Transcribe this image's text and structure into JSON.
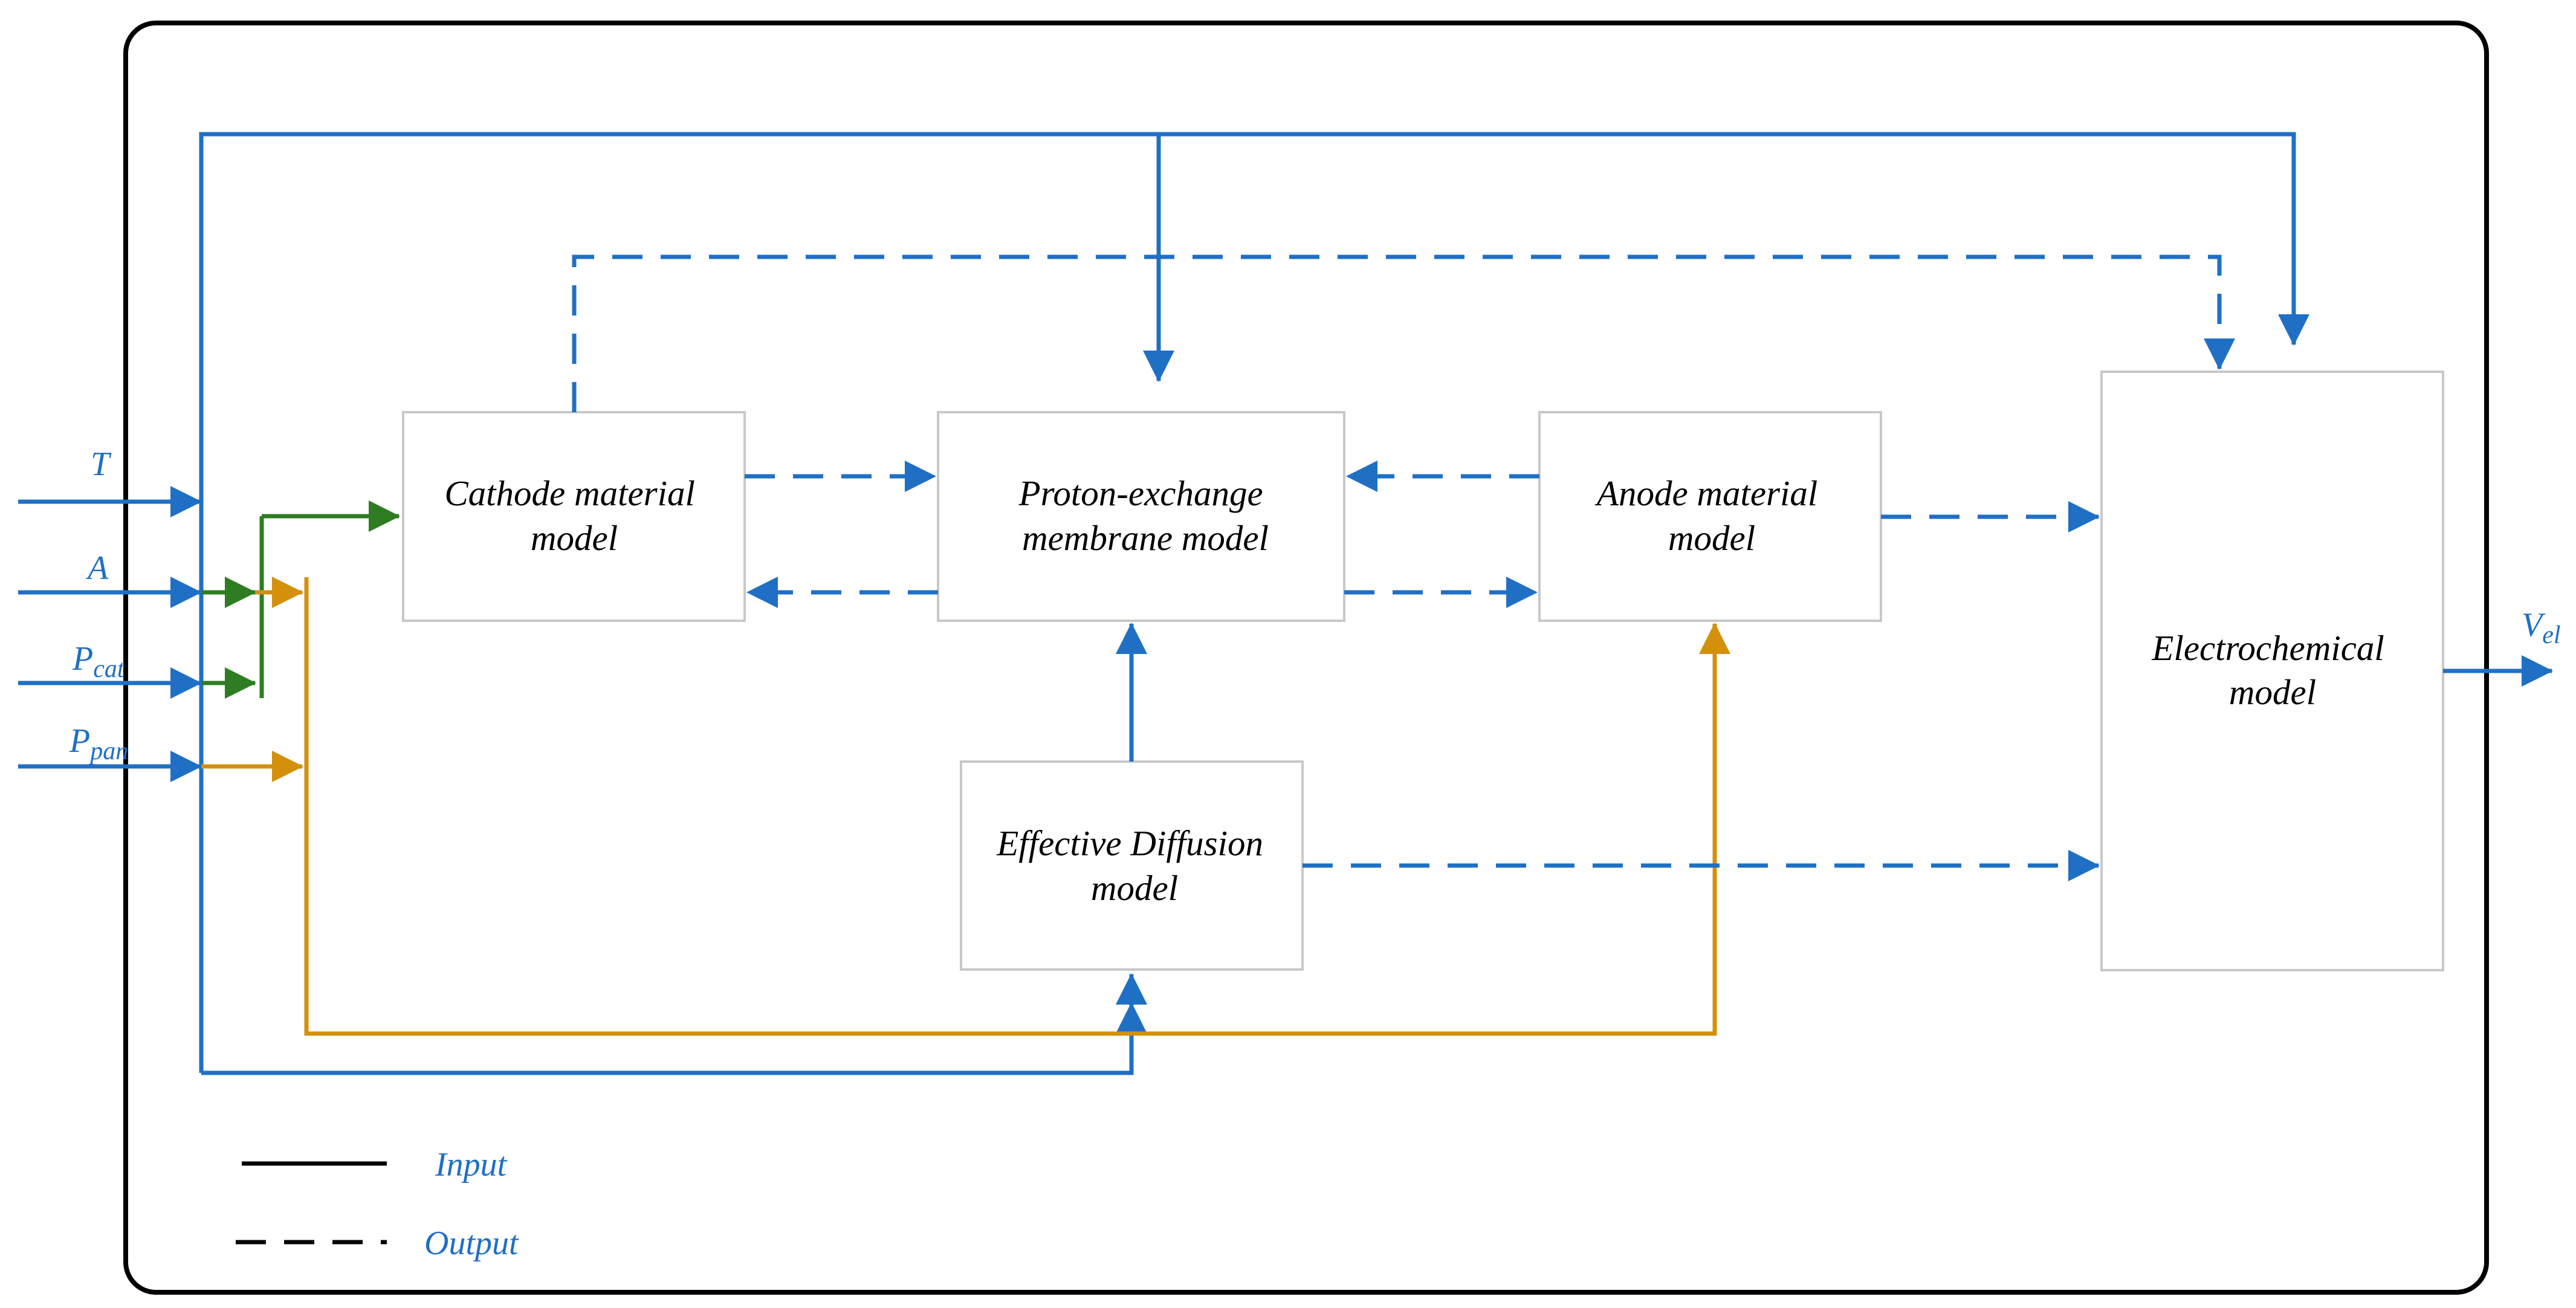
{
  "colors": {
    "blue": "#1f6fc5",
    "green": "#2e7d22",
    "orange": "#d4900a",
    "frame": "#000000",
    "box_border": "#c8c8c8"
  },
  "inputs": {
    "t": "T",
    "a": "A",
    "pcat_base": "P",
    "pcat_sub": "cat",
    "ppan_base": "P",
    "ppan_sub": "pan"
  },
  "output": {
    "vel_base": "V",
    "vel_sub": "el"
  },
  "boxes": {
    "cathode": [
      "Cathode material",
      "model"
    ],
    "pem": [
      "Proton-exchange",
      "membrane model"
    ],
    "anode": [
      "Anode material",
      "model"
    ],
    "diffusion": [
      "Effective Diffusion",
      "model"
    ],
    "electrochemical": [
      "Electrochemical",
      "model"
    ]
  },
  "legend": {
    "input": "Input",
    "output": "Output"
  }
}
